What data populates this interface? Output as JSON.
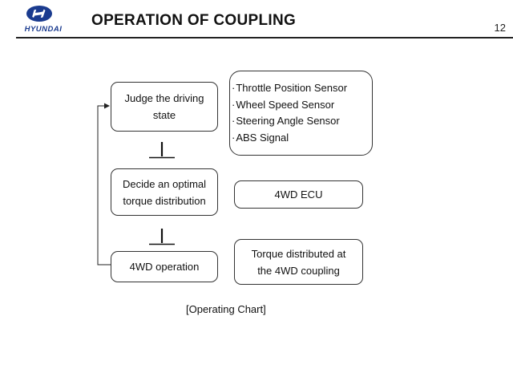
{
  "header": {
    "brand": "HYUNDAI",
    "title": "OPERATION OF COUPLING",
    "page_number": "12"
  },
  "diagram": {
    "steps": [
      {
        "line1": "Judge the driving",
        "line2": "state"
      },
      {
        "line1": "Decide an optimal",
        "line2": "torque distribution"
      },
      {
        "line1": "4WD operation"
      }
    ],
    "inputs": [
      "Throttle Position Sensor",
      "Wheel Speed Sensor",
      "Steering Angle Sensor",
      "ABS Signal"
    ],
    "controller": "4WD ECU",
    "output": {
      "line1": "Torque distributed at",
      "line2": "the 4WD coupling"
    }
  },
  "caption": "[Operating Chart]",
  "colors": {
    "brand_blue": "#1a3b8f",
    "line": "#222222"
  }
}
